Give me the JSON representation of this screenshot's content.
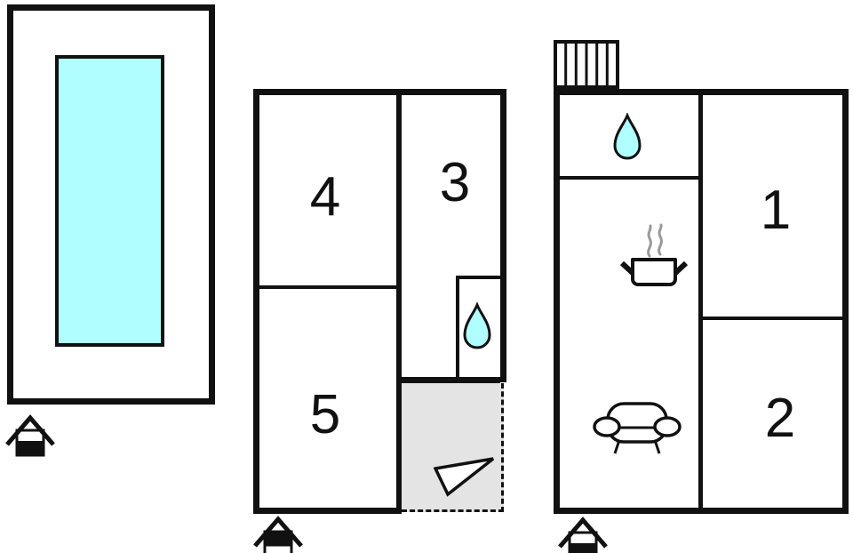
{
  "colors": {
    "wall": "#111111",
    "water": "#b0feff",
    "annex": "#e4e4e4",
    "steam": "#999999"
  },
  "pool_area": {
    "feature": "swimming-pool",
    "entrance": "main-entrance"
  },
  "upper_floor": {
    "rooms": [
      {
        "label": "4"
      },
      {
        "label": "3"
      },
      {
        "label": "5"
      }
    ],
    "features": {
      "bathroom": "water-drop",
      "annex": "open-terrace-dashed",
      "arrow": "direction-arrow",
      "entrance": "upper-entrance"
    }
  },
  "ground_floor": {
    "rooms": [
      {
        "label": "1"
      },
      {
        "label": "2"
      }
    ],
    "features": {
      "bathroom": "water-drop",
      "kitchen": "cooking-pot",
      "living_room": "sofa",
      "stairs": "exterior-stairs",
      "entrance": "main-entrance"
    }
  }
}
